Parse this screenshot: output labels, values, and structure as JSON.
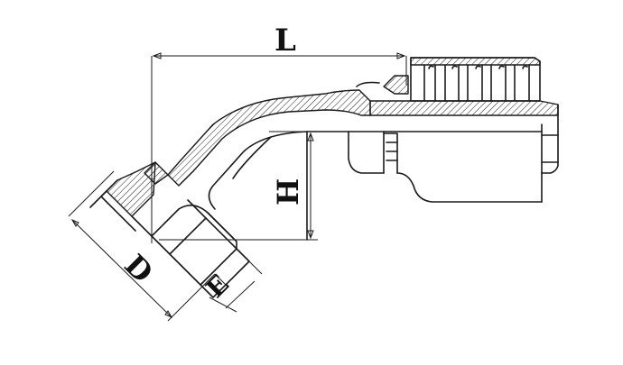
{
  "labels": {
    "length": "L",
    "height": "H",
    "diameter": "D",
    "thread": "E"
  },
  "colors": {
    "line": "#1a1a1a",
    "background": "#ffffff"
  }
}
